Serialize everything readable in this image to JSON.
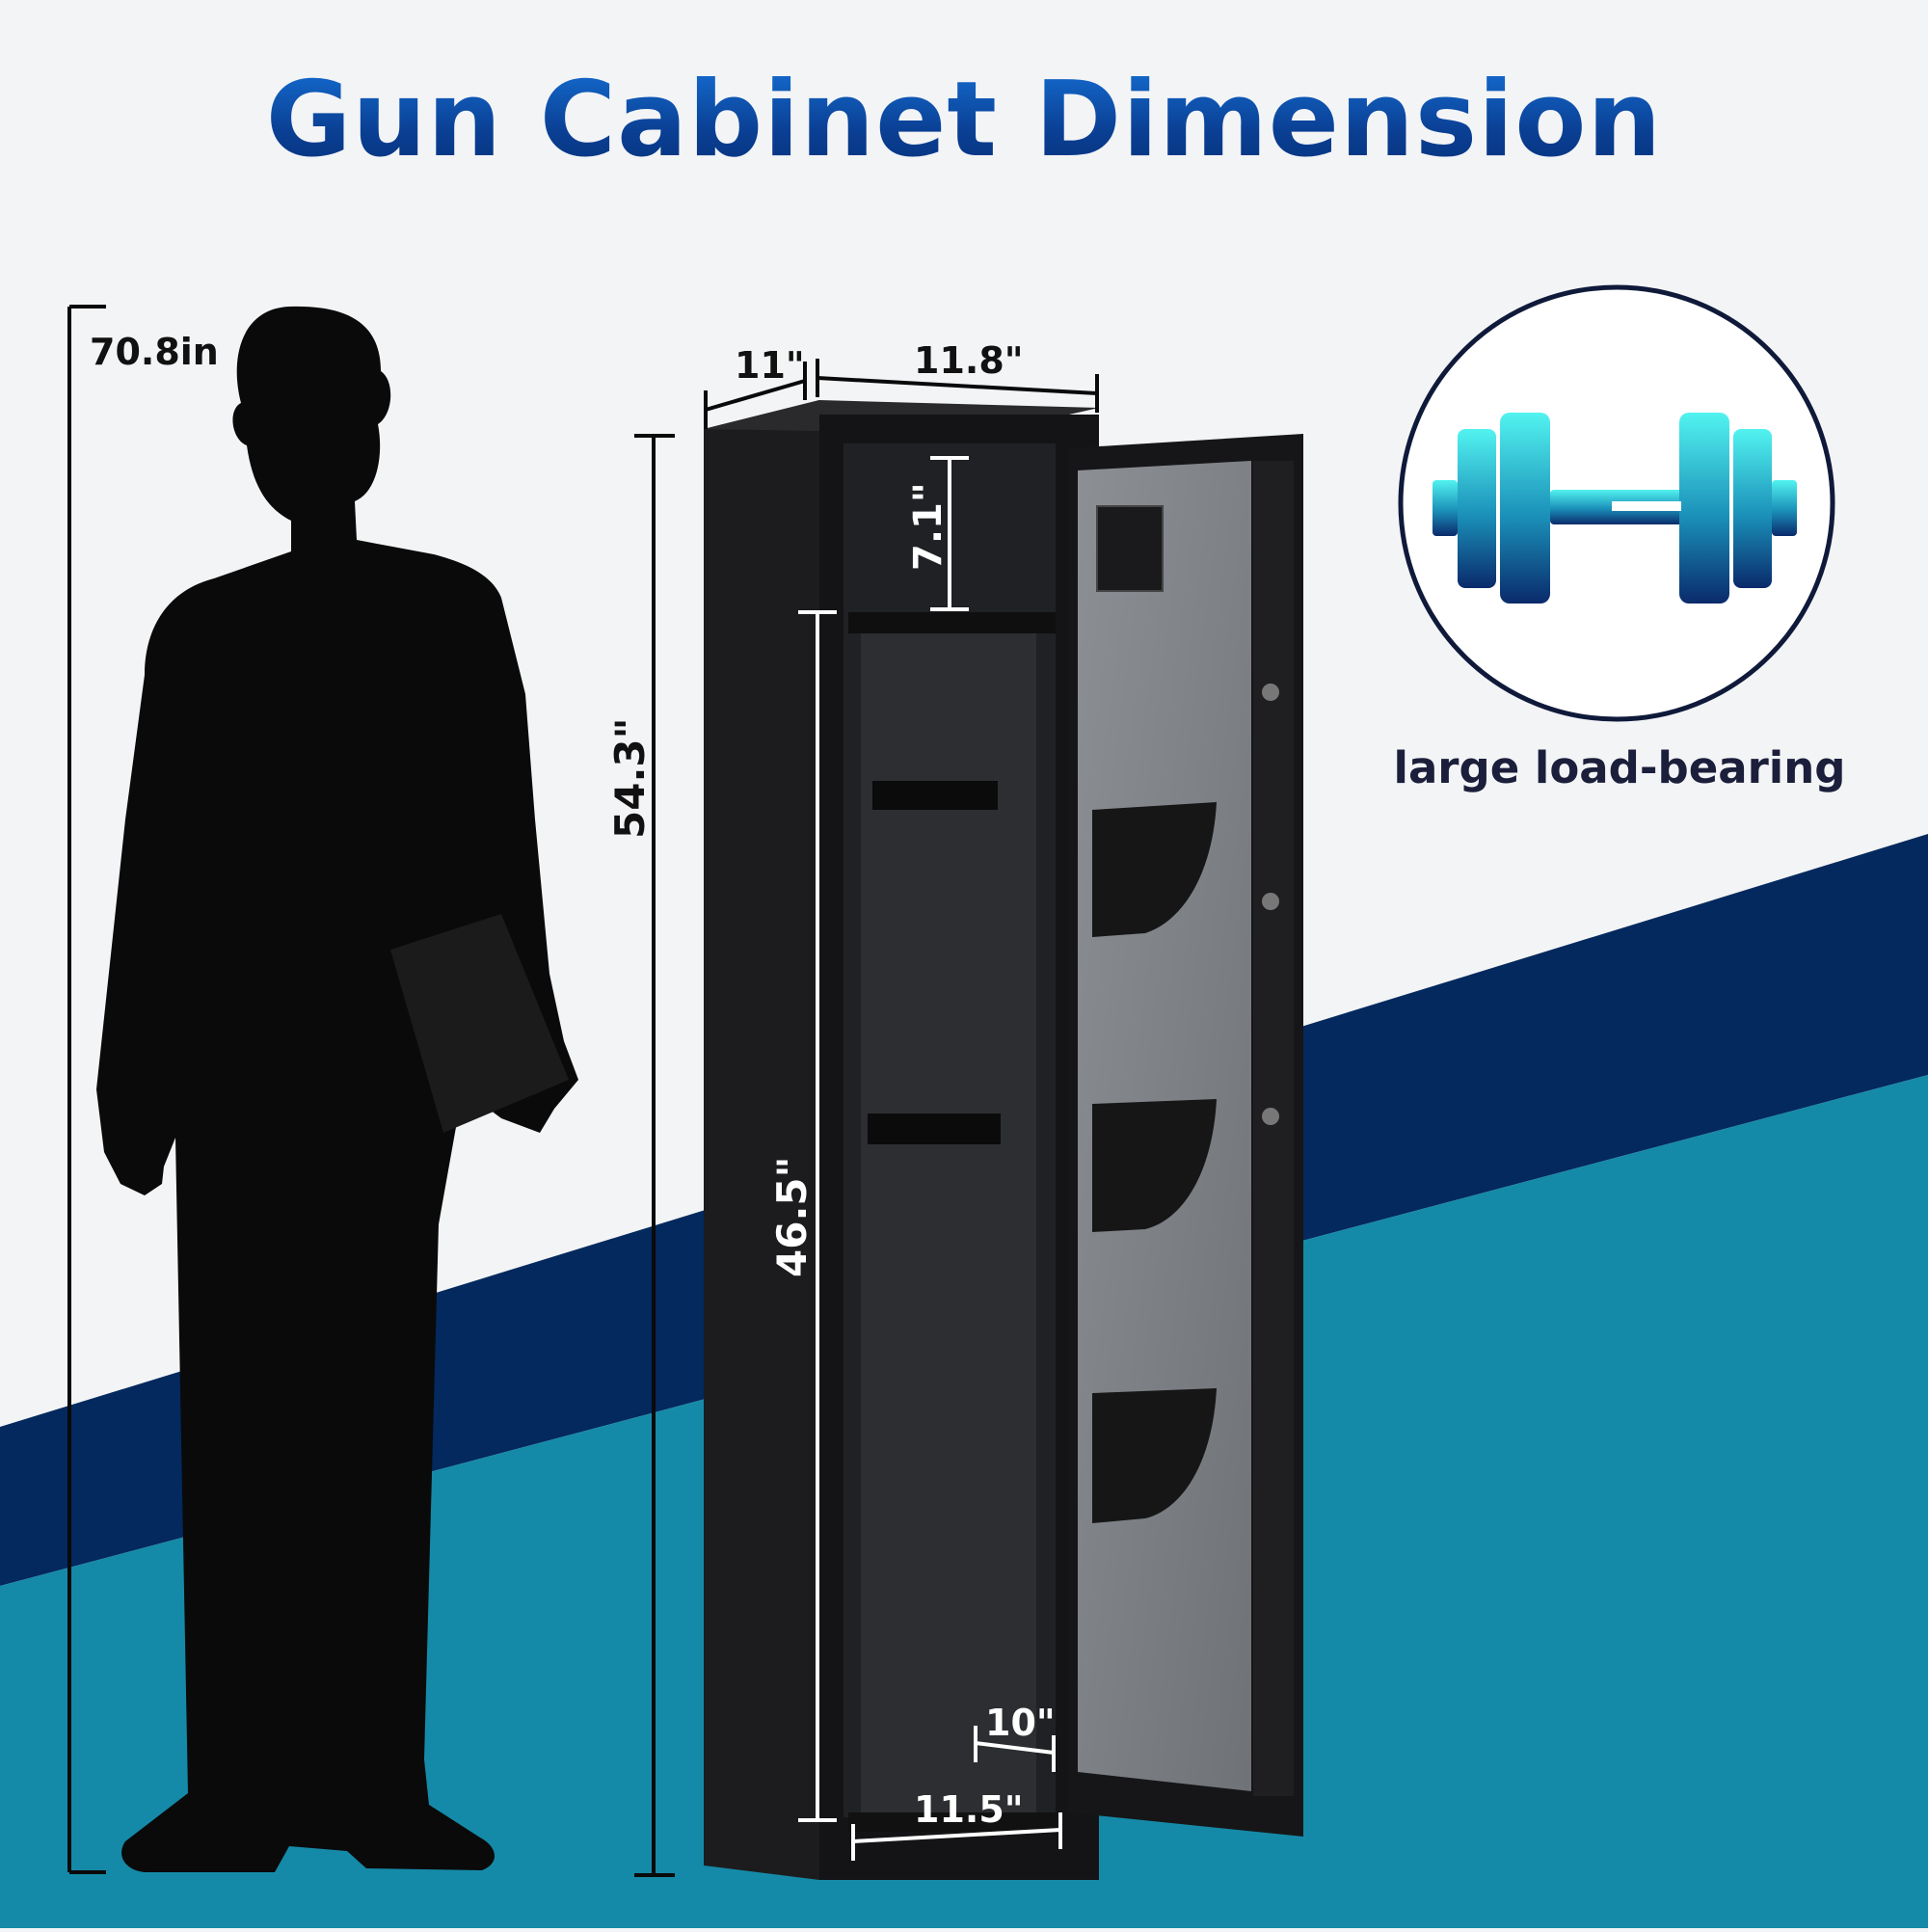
{
  "title": "Gun Cabinet Dimension",
  "badge": {
    "label": "large load-bearing",
    "icon": "dumbbell-icon"
  },
  "person": {
    "height_label": "70.8in"
  },
  "cabinet": {
    "depth_label": "11\"",
    "width_label": "11.8\"",
    "height_label": "54.3\"",
    "top_shelf_label": "7.1\"",
    "inner_height_label": "46.5\"",
    "inner_depth_label": "10\"",
    "inner_width_label": "11.5\""
  },
  "colors": {
    "title": "#0a3f93",
    "navy_band": "#03295e",
    "teal_floor": "#158aa8",
    "dumbbell_start": "#52f3f0",
    "dumbbell_end": "#0a2a6b"
  }
}
